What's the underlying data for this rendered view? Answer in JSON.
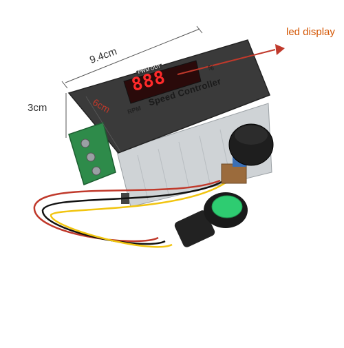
{
  "annotations": {
    "width_label": "9.4cm",
    "height_label": "3cm",
    "depth_label": "6cm",
    "led_label": "led display"
  },
  "panel": {
    "pwm_label": "PWM OUT",
    "digits": "888",
    "percent_label": "%",
    "rpm_label": "RPM",
    "model_label": "Speed Controller"
  },
  "colors": {
    "arrow": "#c0392b",
    "led": "#ff2a2a",
    "panel": "#3a3a3a",
    "terminal": "#2e8b4a",
    "knob": "#1e1e1e",
    "switch_cap": "#2ecc71"
  }
}
